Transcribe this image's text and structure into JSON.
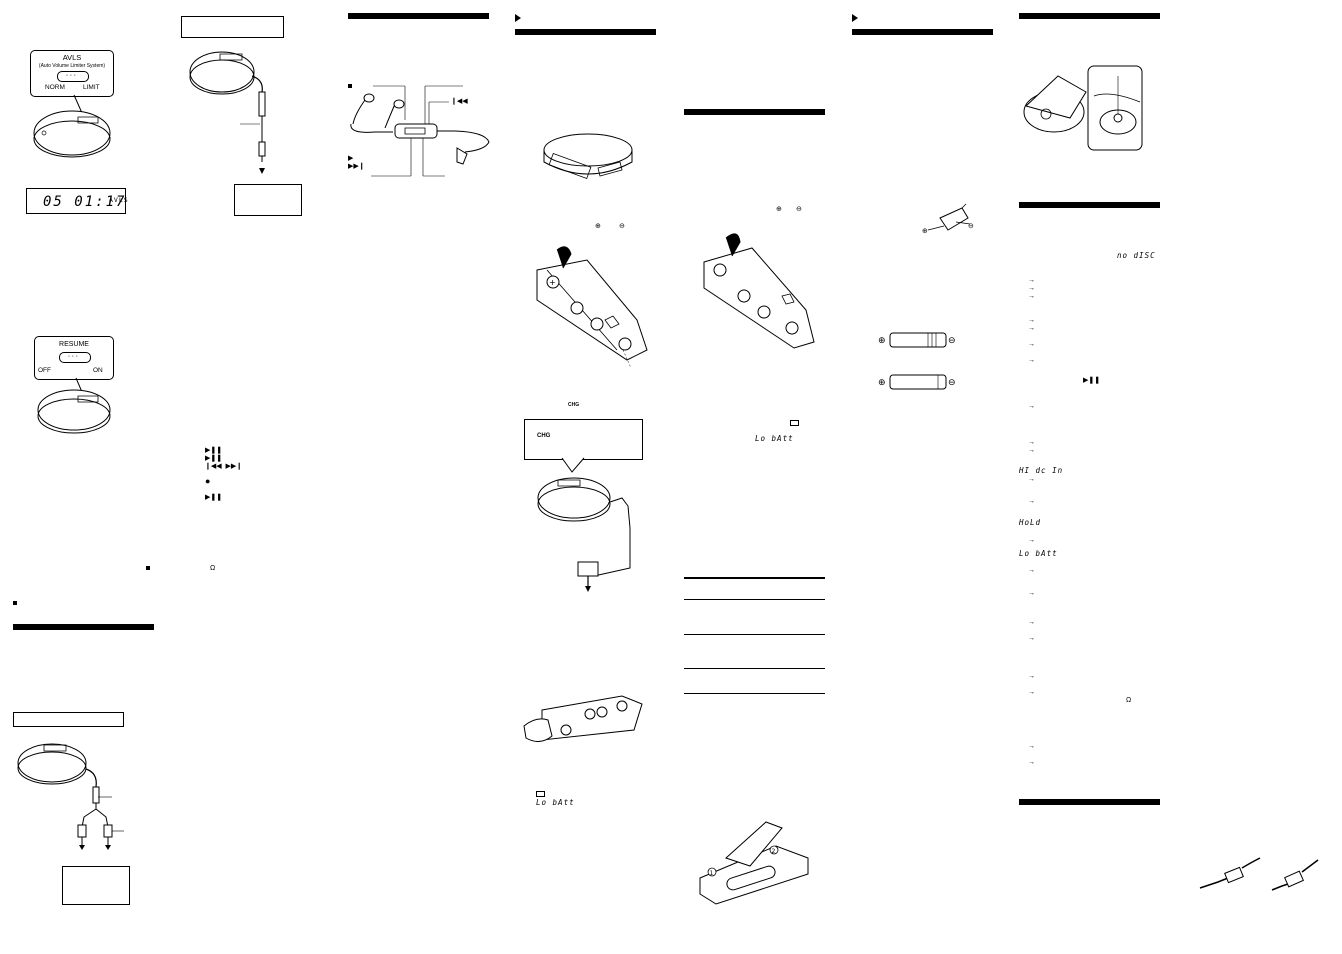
{
  "avls_switch": {
    "title": "AVLS",
    "subtitle": "(Auto Volume Limiter System)",
    "left": "NORM",
    "right": "LIMIT"
  },
  "lcd_avls": {
    "digits": "05 01:17",
    "indicator": "AVLS"
  },
  "resume_switch": {
    "title": "RESUME",
    "left": "OFF",
    "right": "ON"
  },
  "lcd_messages": {
    "no_disc": "no dISC",
    "lo_batt": "Lo bAtt",
    "hi_dc_in": "HI dc In",
    "hold": "HoLd"
  },
  "charge_indicator": "CHG",
  "omega_symbol": "Ω",
  "colors": {
    "ink": "#000000",
    "paper": "#ffffff"
  }
}
